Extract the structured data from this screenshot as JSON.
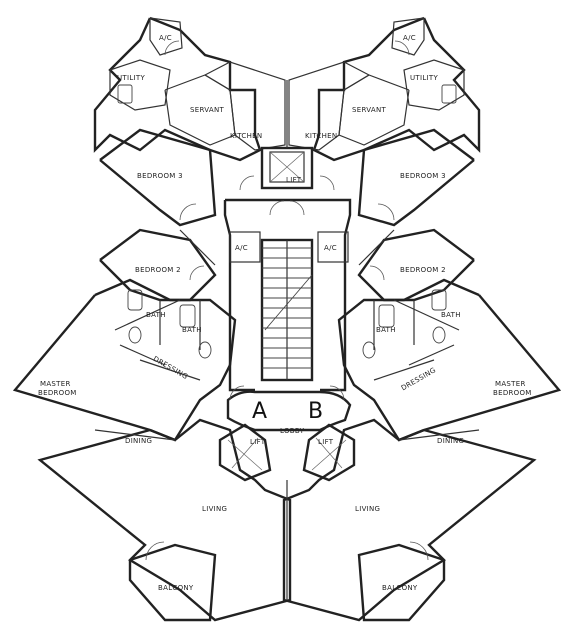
{
  "labels": {
    "ac_top_left": "A/C",
    "ac_top_right": "A/C",
    "utility_left": "UTILITY",
    "utility_right": "UTILITY",
    "servant_left": "SERVANT",
    "servant_right": "SERVANT",
    "kitchen_left": "KITCHEN",
    "kitchen_right": "KITCHEN",
    "lift_top": "LIFT",
    "bedroom3_left": "BEDROOM 3",
    "bedroom3_right": "BEDROOM 3",
    "ac_mid_left": "A/C",
    "ac_mid_right": "A/C",
    "bedroom2_left": "BEDROOM 2",
    "bedroom2_right": "BEDROOM 2",
    "bath1_left": "BATH",
    "bath2_left": "BATH",
    "bath1_right": "BATH",
    "bath2_right": "BATH",
    "dressing_left": "DRESSING",
    "dressing_right": "DRESSING",
    "master_left_1": "MASTER",
    "master_left_2": "BEDROOM",
    "master_right_1": "MASTER",
    "master_right_2": "BEDROOM",
    "unit_a": "A",
    "unit_b": "B",
    "lobby": "LOBBY",
    "lift_left": "LIFT",
    "lift_right": "LIFT",
    "dining_left": "DINING",
    "dining_right": "DINING",
    "living_left": "LIVING",
    "living_right": "LIVING",
    "balcony_left": "BALCONY",
    "balcony_right": "BALCONY"
  }
}
